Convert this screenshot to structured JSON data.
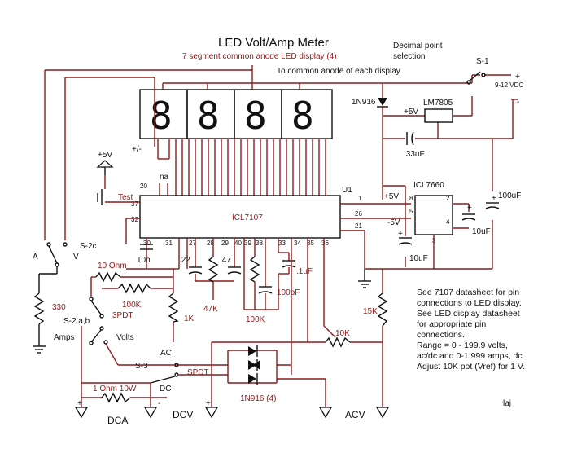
{
  "title": "LED Volt/Amp Meter",
  "subtitle": "7 segment  common anode  LED display (4)",
  "common_anode_note": "To common anode of each display",
  "decimal_point": [
    "Decimal point",
    "selection"
  ],
  "labels": {
    "plus_minus": "+/-",
    "na": "na",
    "test": "Test",
    "plus5v": "+5V",
    "ic1": "ICL7107",
    "u1": "U1",
    "ic2": "ICL7660",
    "reg": "LM7805",
    "s1": "S-1",
    "vdc": "9-12 VDC",
    "plus": "+",
    "minus": "-",
    "diode1": "1N916",
    "reg_in": "+5V",
    "c033": ".33uF",
    "c100uf": "100uF",
    "c10uf_a": "10uF",
    "c10uf_b": "10uF",
    "v_plus5": "+5V",
    "v_minus5": "-5V",
    "s2c": "S-2c",
    "a": "A",
    "v": "V",
    "r10ohm": "10 Ohm",
    "c10n": "10n",
    "c22": ".22",
    "r47": ".47",
    "r47k": "47K",
    "r100k_a": "100K",
    "r100k_b": "100K",
    "c1uf": ".1uF",
    "c100pf": "100pF",
    "r1k": "1K",
    "r330": "330",
    "s2ab": "S-2  a,b",
    "pdt3": "3PDT",
    "amps": "Amps",
    "volts": "Volts",
    "r15k": "15K",
    "r10k": "10K",
    "s3": "S-3",
    "ac": "AC",
    "dc": "DC",
    "spdt": "SPDT",
    "diodes": "1N916 (4)",
    "r1ohm": "1 Ohm 10W",
    "dca": "DCA",
    "dcv": "DCV",
    "acv": "ACV",
    "initials": "laj"
  },
  "pins": {
    "p20": "20",
    "p37": "37",
    "p32": "32",
    "p30": "30",
    "p31": "31",
    "p27": "27",
    "p28": "28",
    "p29": "29",
    "p40": "40",
    "p39": "39",
    "p38": "38",
    "p33": "33",
    "p34": "34",
    "p35": "35",
    "p36": "36",
    "p1": "1",
    "p26": "26",
    "p21": "21",
    "q8": "8",
    "q2": "2",
    "q5": "5",
    "q4": "4",
    "q3": "3"
  },
  "notes": [
    "See 7107 datasheet for pin",
    "connections to LED display.",
    "See LED display datasheet",
    "for appropriate pin",
    "connections.",
    "Range = 0 - 199.9 volts,",
    "ac/dc and 0-1.999 amps, dc.",
    " Adjust 10K pot (Vref) for 1 V."
  ]
}
